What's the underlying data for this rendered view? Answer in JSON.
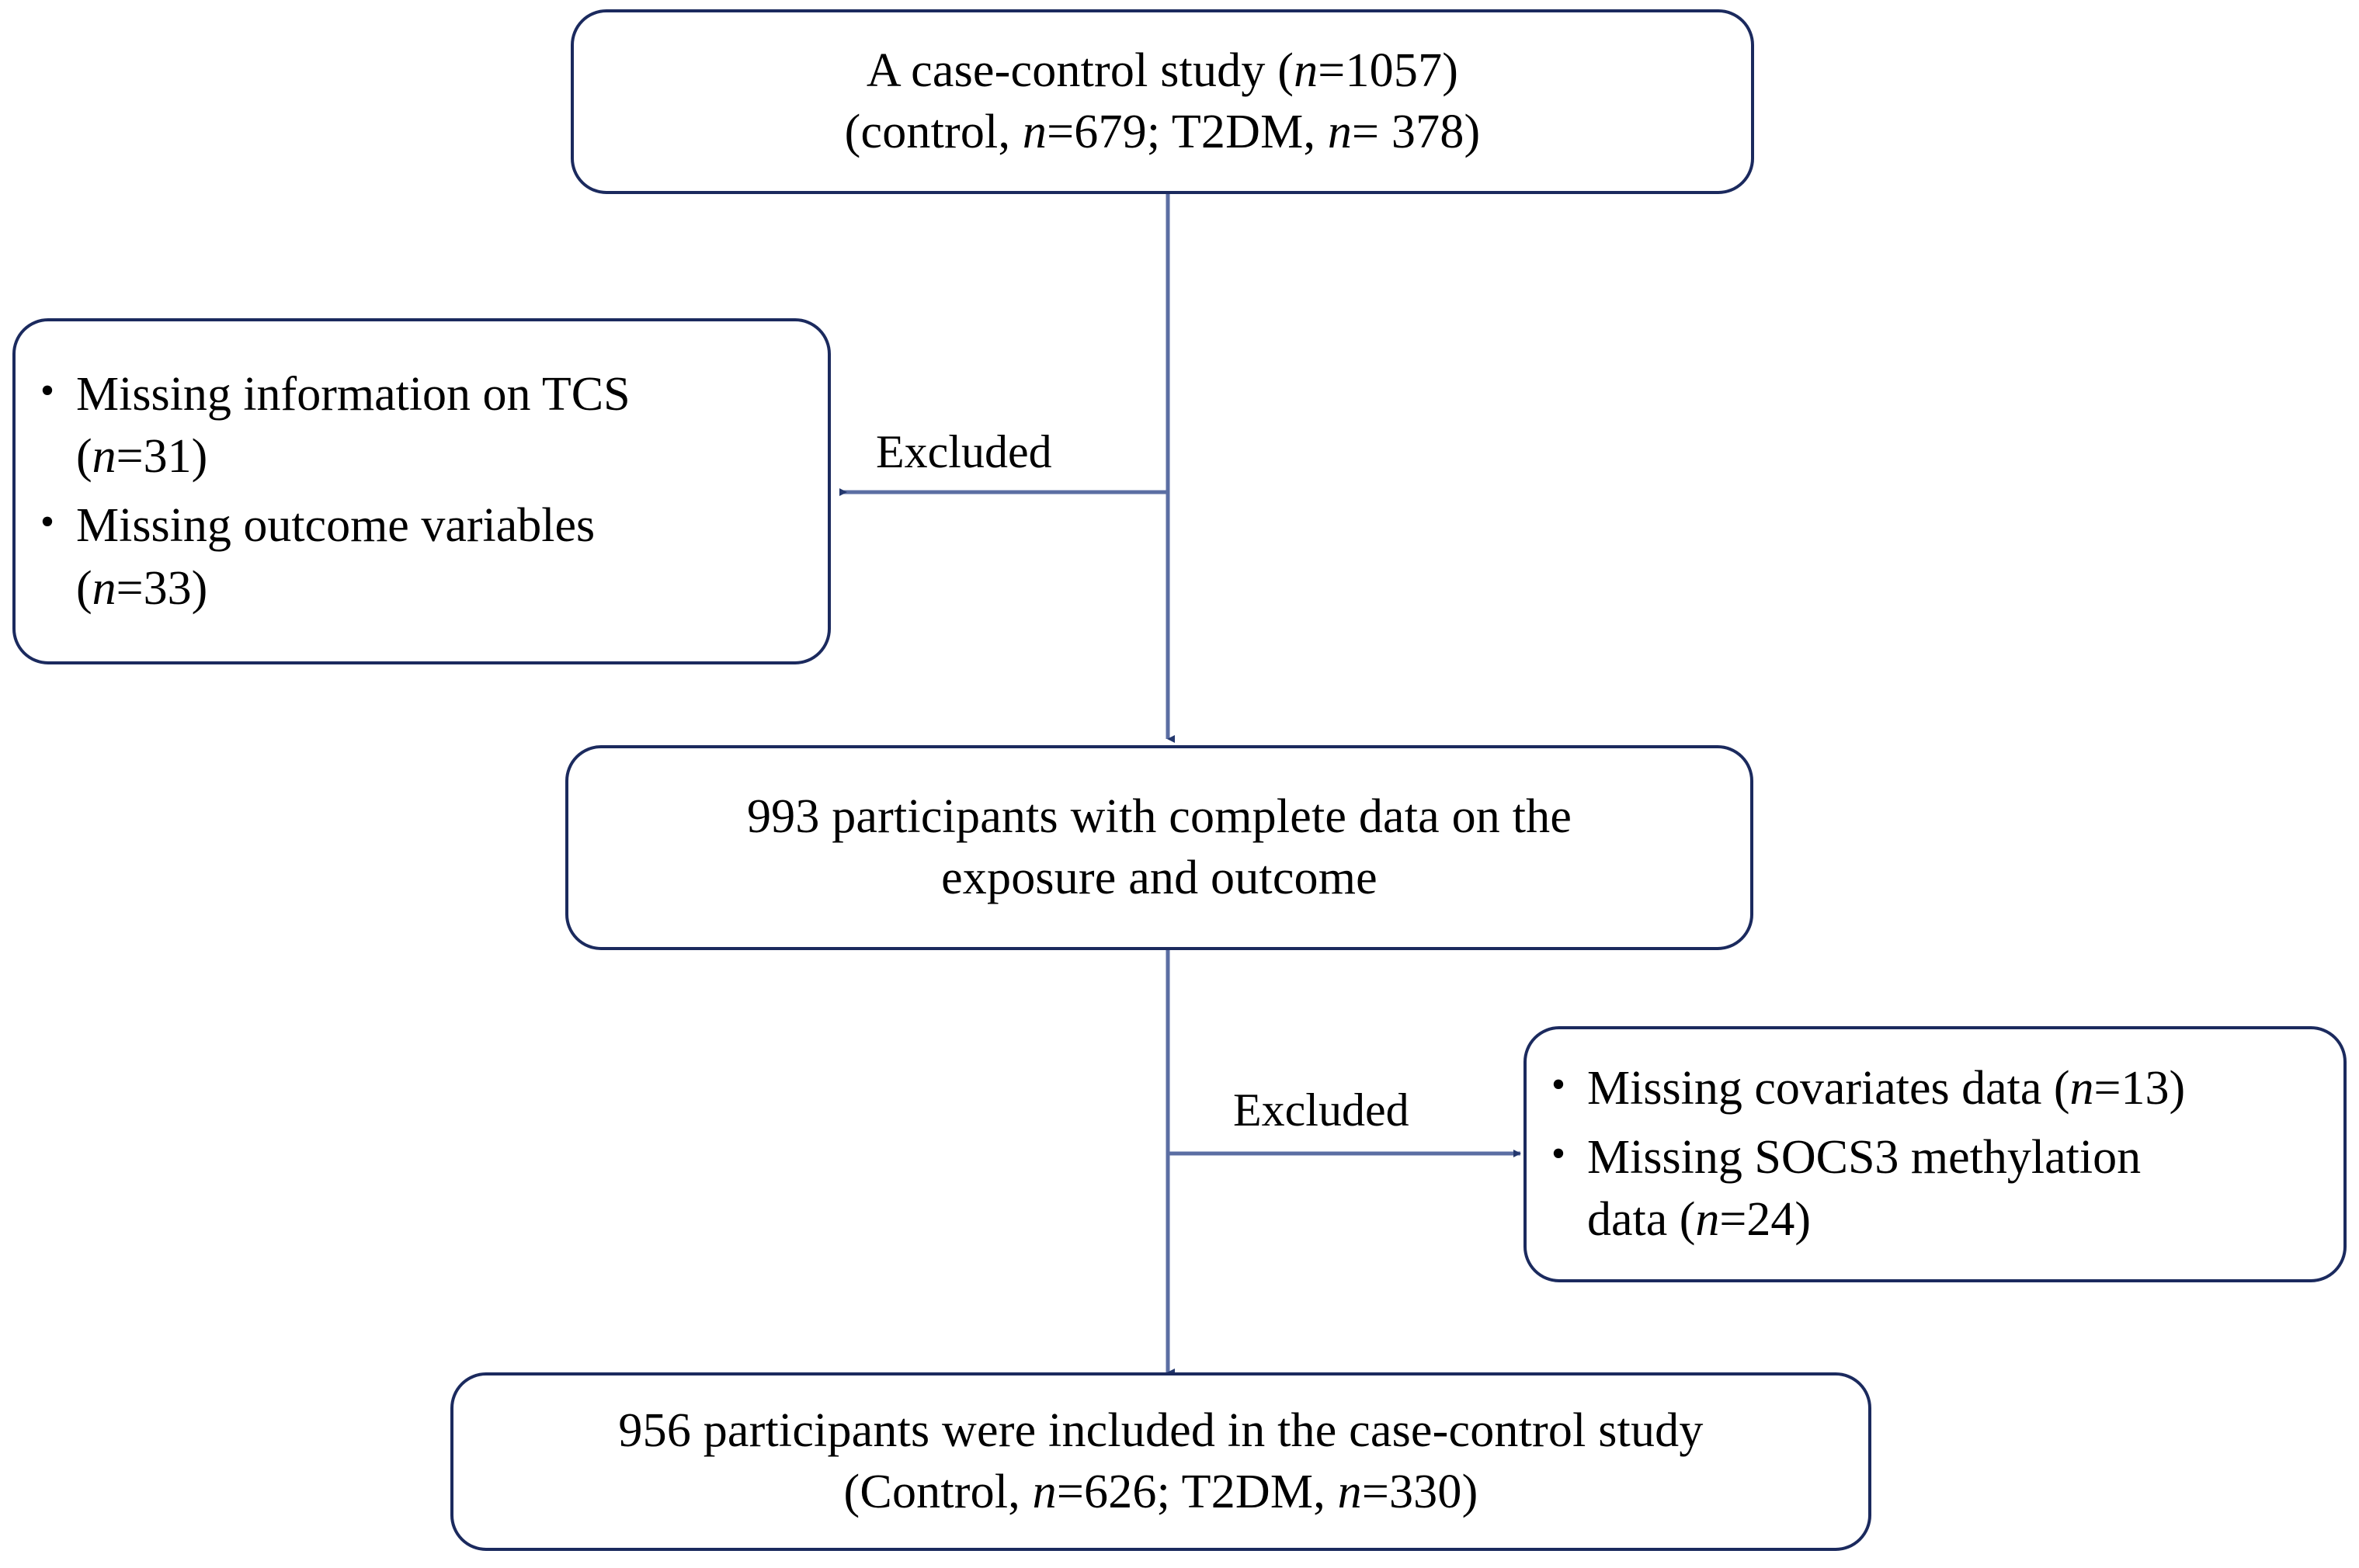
{
  "figure": {
    "type": "flowchart",
    "kind": "participant-selection-flow-diagram",
    "colors": {
      "box_border": "#1b2a5e",
      "connector": "#41558c",
      "arrowhead": "#24386e",
      "background": "#ffffff",
      "text": "#000000"
    }
  },
  "nodes": {
    "top": {
      "name": "source-population",
      "line1": "A case-control study (n=1057)",
      "line2": "(control, n=679; T2DM, n= 378)",
      "values": {
        "total": 1057,
        "control": 679,
        "t2dm": 378
      }
    },
    "left_exclusion": {
      "name": "first-exclusion",
      "bullets": [
        {
          "line1": "Missing information on TCS",
          "line2": "(n=31)",
          "n": 31
        },
        {
          "line1": "Missing outcome variables",
          "line2": "(n=33)",
          "n": 33
        }
      ]
    },
    "middle": {
      "name": "complete-data",
      "line1": "993 participants with complete data on the",
      "line2": "exposure and outcome",
      "values": {
        "total": 993
      }
    },
    "right_exclusion": {
      "name": "second-exclusion",
      "bullets": [
        {
          "line1": "Missing covariates data (n=13)",
          "line2": "",
          "n": 13
        },
        {
          "line1": "Missing SOCS3 methylation",
          "line2": "data (n=24)",
          "n": 24
        }
      ]
    },
    "bottom": {
      "name": "final-analytic-sample",
      "line1": "956 participants were included in the case-control study",
      "line2": "(Control, n=626; T2DM, n=330)",
      "values": {
        "total": 956,
        "control": 626,
        "t2dm": 330
      }
    }
  },
  "edges": {
    "excluded_label_1": "Excluded",
    "excluded_label_2": "Excluded"
  }
}
